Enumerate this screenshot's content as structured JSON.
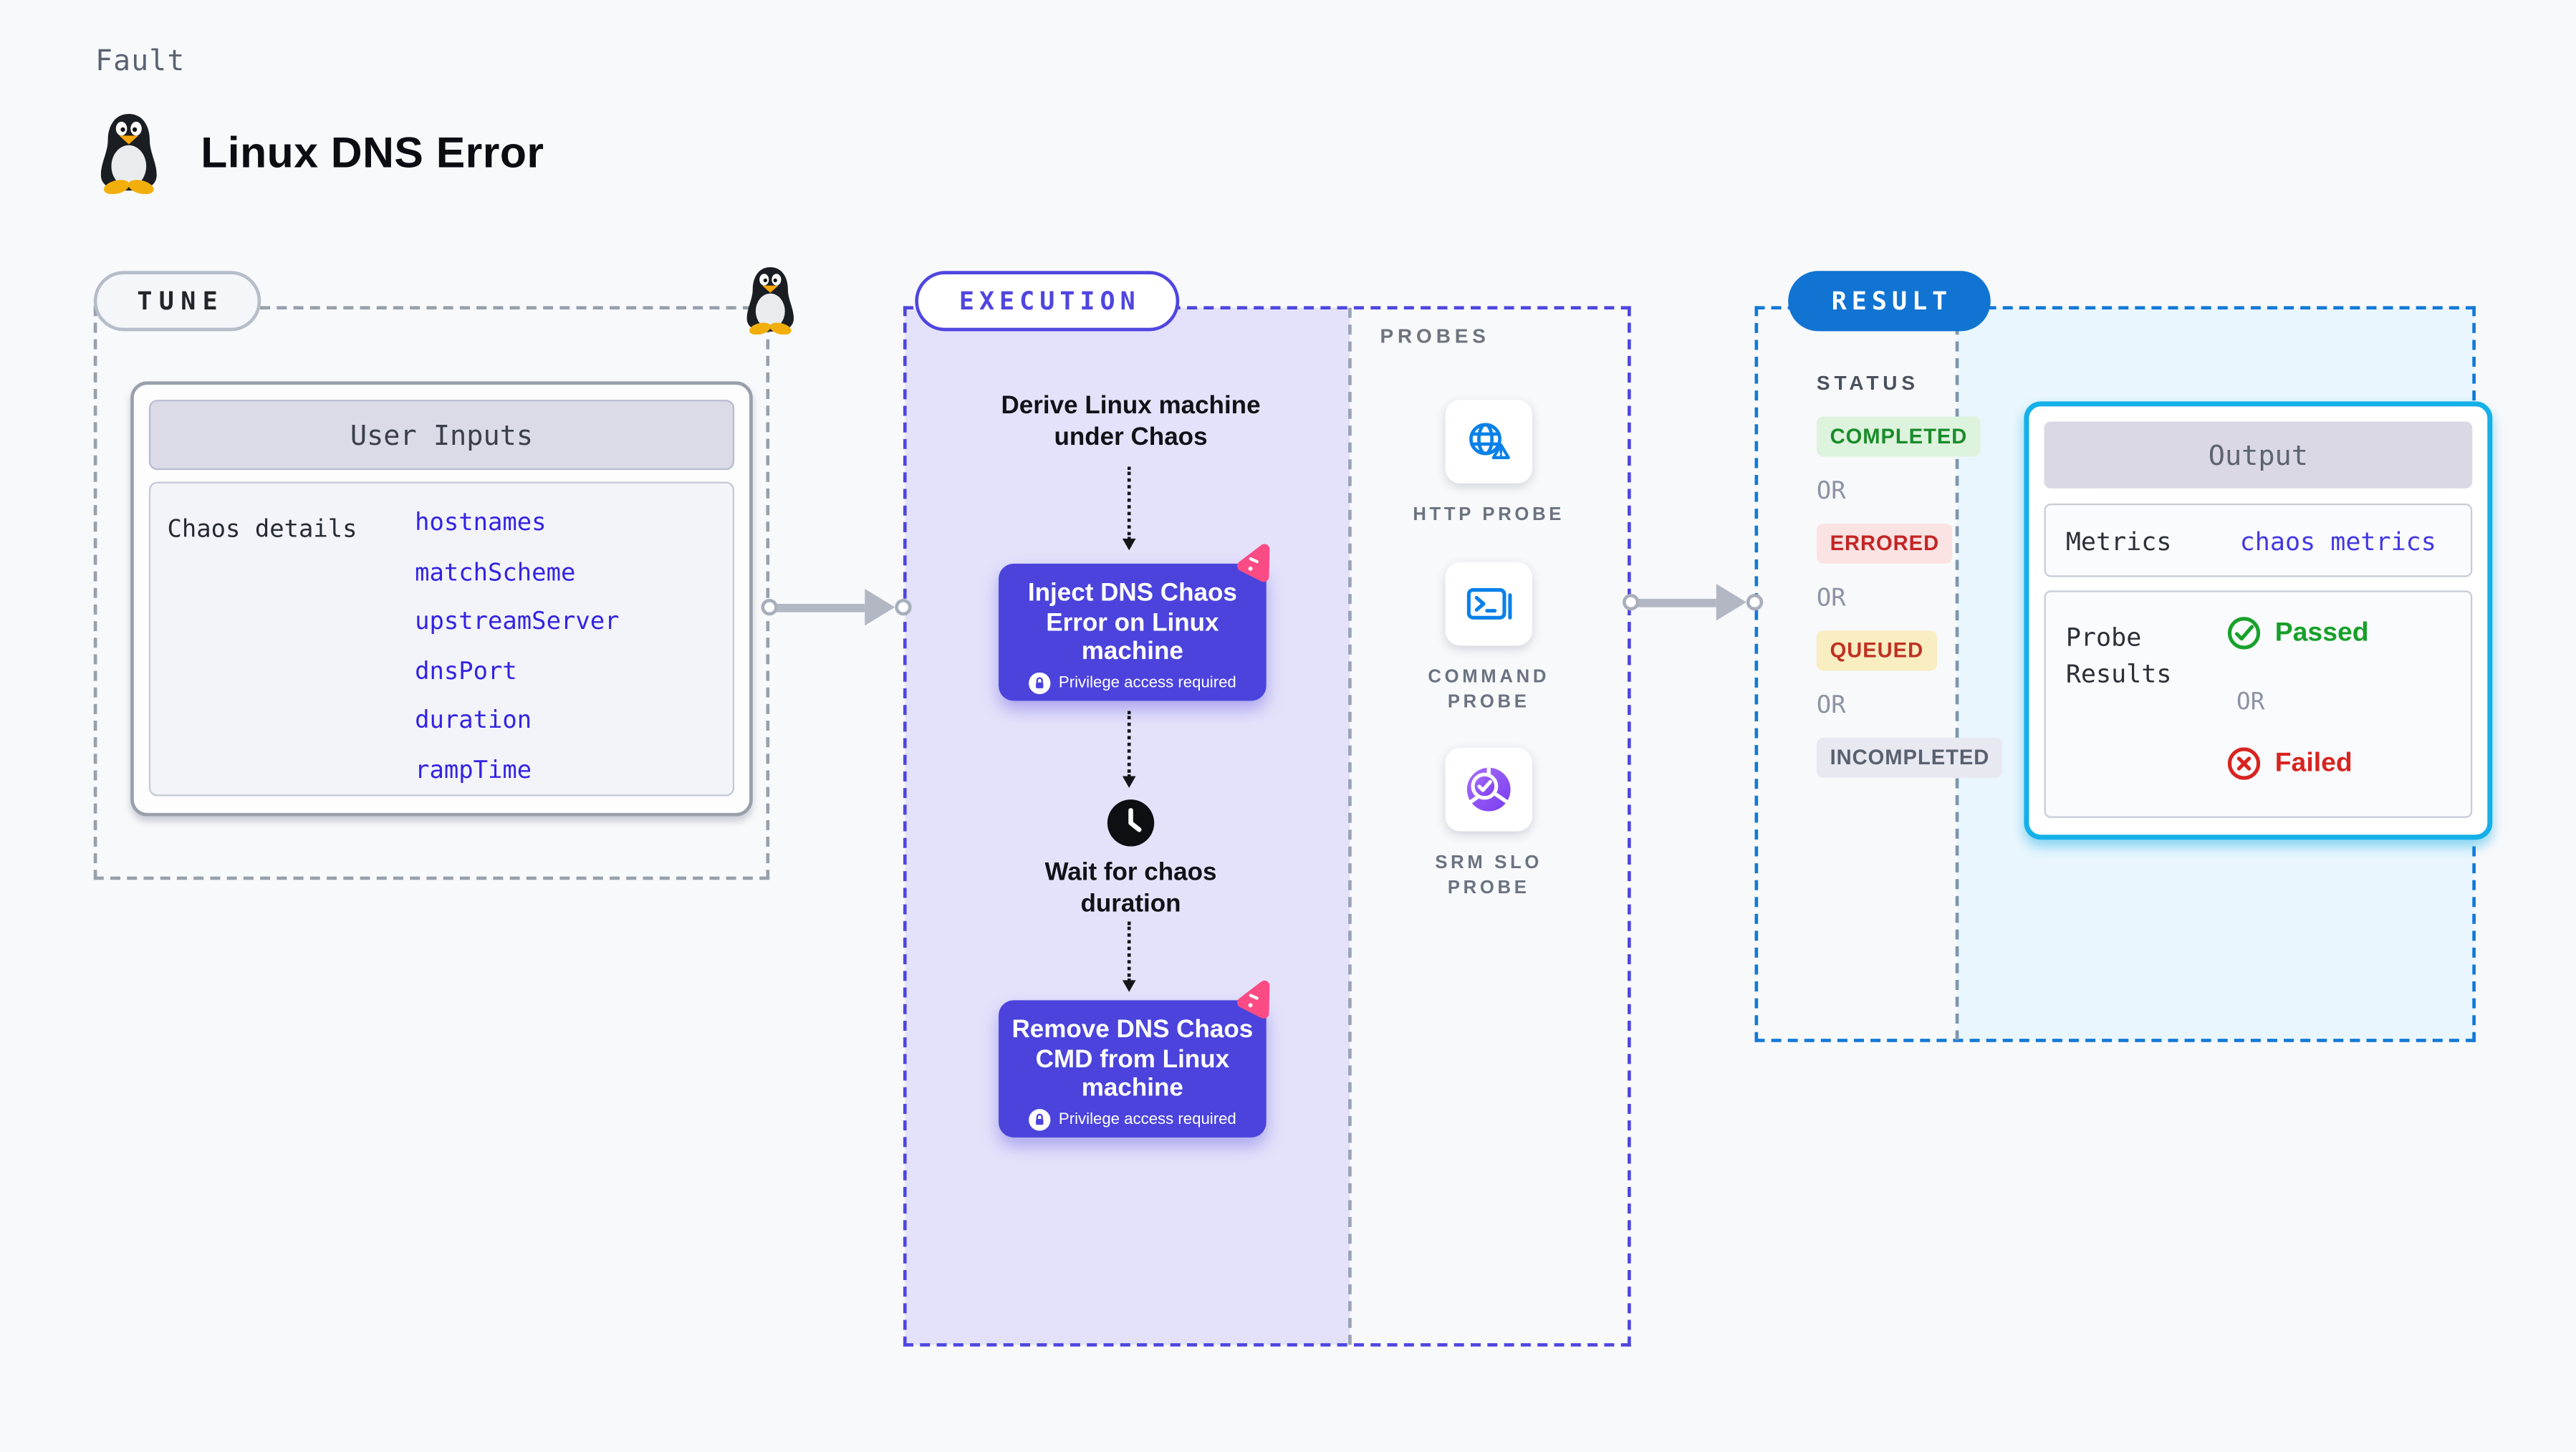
{
  "header": {
    "category_label": "Fault",
    "title": "Linux DNS Error",
    "title_icon": "tux-penguin-icon"
  },
  "tune": {
    "badge_label": "TUNE",
    "corner_icon": "tux-penguin-icon",
    "user_inputs": {
      "title": "User Inputs",
      "row_label": "Chaos details",
      "params": [
        "hostnames",
        "matchScheme",
        "upstreamServer",
        "dnsPort",
        "duration",
        "rampTime"
      ]
    }
  },
  "execution": {
    "badge_label": "EXECUTION",
    "derive_step": "Derive Linux machine under Chaos",
    "inject_step": {
      "title": "Inject DNS Chaos Error on Linux machine",
      "badge": "Privilege access required",
      "corner_icon": "chaos-icon",
      "lock_icon": "lock-icon"
    },
    "wait_step": {
      "title": "Wait for chaos duration",
      "icon": "clock-icon"
    },
    "remove_step": {
      "title": "Remove DNS Chaos CMD from Linux machine",
      "badge": "Privilege access required",
      "corner_icon": "chaos-icon",
      "lock_icon": "lock-icon"
    }
  },
  "probes": {
    "heading": "PROBES",
    "items": [
      {
        "label": "HTTP PROBE",
        "icon": "globe-alert-icon"
      },
      {
        "label": "COMMAND PROBE",
        "icon": "terminal-icon"
      },
      {
        "label": "SRM SLO PROBE",
        "icon": "slo-donut-check-icon"
      }
    ]
  },
  "result": {
    "badge_label": "RESULT",
    "status": {
      "heading": "STATUS",
      "or_label": "OR",
      "items": [
        {
          "label": "COMPLETED",
          "bg": "#ddf3de",
          "color": "#1a8c2a"
        },
        {
          "label": "ERRORED",
          "bg": "#fbe3e3",
          "color": "#c42525"
        },
        {
          "label": "QUEUED",
          "bg": "#f9edc2",
          "color": "#bf3222"
        },
        {
          "label": "INCOMPLETED",
          "bg": "#e8e8f0",
          "color": "#596070"
        }
      ]
    },
    "output": {
      "title": "Output",
      "metrics_label": "Metrics",
      "metrics_value": "chaos metrics",
      "probe_label": "Probe Results",
      "passed_label": "Passed",
      "passed_icon": "check-circle-icon",
      "or_label": "OR",
      "failed_label": "Failed",
      "failed_icon": "x-circle-icon"
    }
  },
  "colors": {
    "page_bg": "#f8f9fb",
    "accent_indigo": "#4b43dc",
    "execution_border": "#4f46e0",
    "lavender_bg": "#e4e2fa",
    "result_blue": "#1174d3",
    "output_border": "#14b0e8",
    "lightblue_bg": "#e9f6fd",
    "param_blue": "#3423e2",
    "passed_green": "#17a02a",
    "failed_red": "#d8241f",
    "chaos_pink": "#fb4b85"
  }
}
